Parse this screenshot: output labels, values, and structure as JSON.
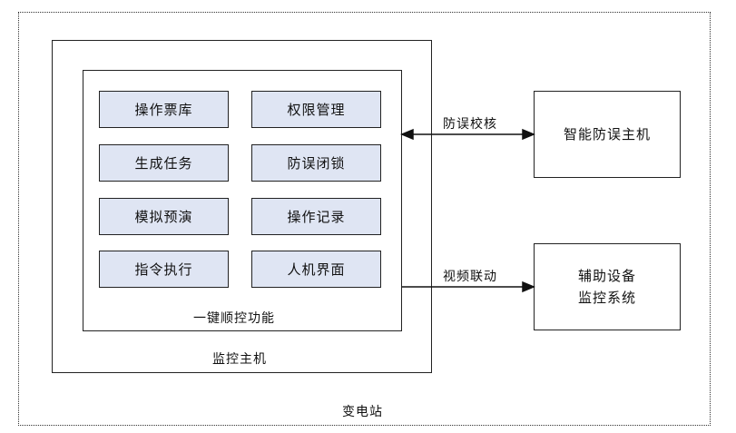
{
  "substation": {
    "label": "变电站"
  },
  "monitor_host": {
    "label": "监控主机"
  },
  "one_key_function": {
    "label": "一键顺控功能",
    "modules": [
      "操作票库",
      "权限管理",
      "生成任务",
      "防误闭锁",
      "模拟预演",
      "操作记录",
      "指令执行",
      "人机界面"
    ]
  },
  "anti_misoperation_host": {
    "label": "智能防误主机"
  },
  "auxiliary_system": {
    "line1": "辅助设备",
    "line2": "监控系统"
  },
  "links": {
    "anti_misoperation_check": "防误校核",
    "video_linkage": "视频联动"
  },
  "colors": {
    "module_fill": "#dfe5f3",
    "stroke": "#222222"
  }
}
